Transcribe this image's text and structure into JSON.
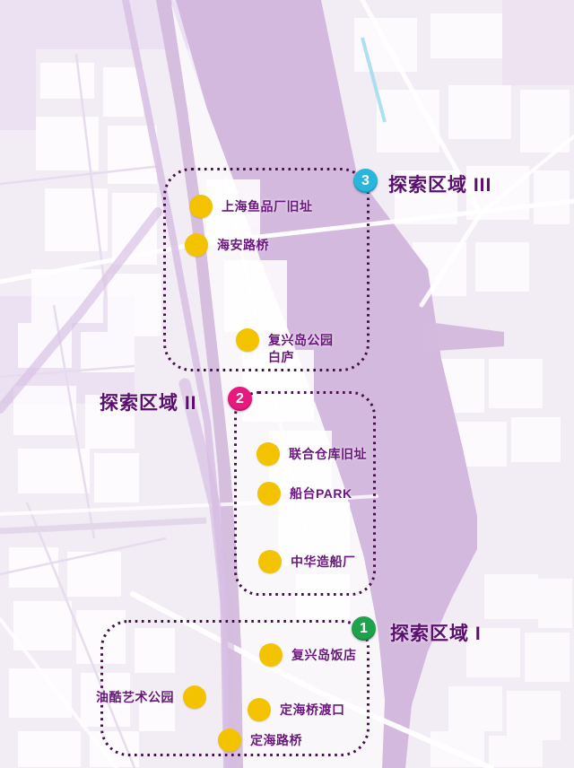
{
  "zones": [
    {
      "number": "3",
      "title": "探索区域 III",
      "marker_color": "#29b6da"
    },
    {
      "number": "2",
      "title": "探索区域 II",
      "marker_color": "#e8187f"
    },
    {
      "number": "1",
      "title": "探索区域 I",
      "marker_color": "#1ea24b"
    }
  ],
  "pois": [
    {
      "label": "上海鱼品厂旧址"
    },
    {
      "label": "海安路桥"
    },
    {
      "label": "复兴岛公园\n白庐"
    },
    {
      "label": "联合仓库旧址"
    },
    {
      "label": "船台PARK"
    },
    {
      "label": "中华造船厂"
    },
    {
      "label": "复兴岛饭店"
    },
    {
      "label": "油酷艺术公园"
    },
    {
      "label": "定海桥渡口"
    },
    {
      "label": "定海路桥"
    }
  ],
  "colors": {
    "water": "#d3b9dd",
    "land_base": "#f2ecf5",
    "island": "#fbf8fc",
    "dot": "#f3c300",
    "label_text": "#6a177d",
    "title_text": "#5a0e6e",
    "zone_border": "#451049"
  }
}
